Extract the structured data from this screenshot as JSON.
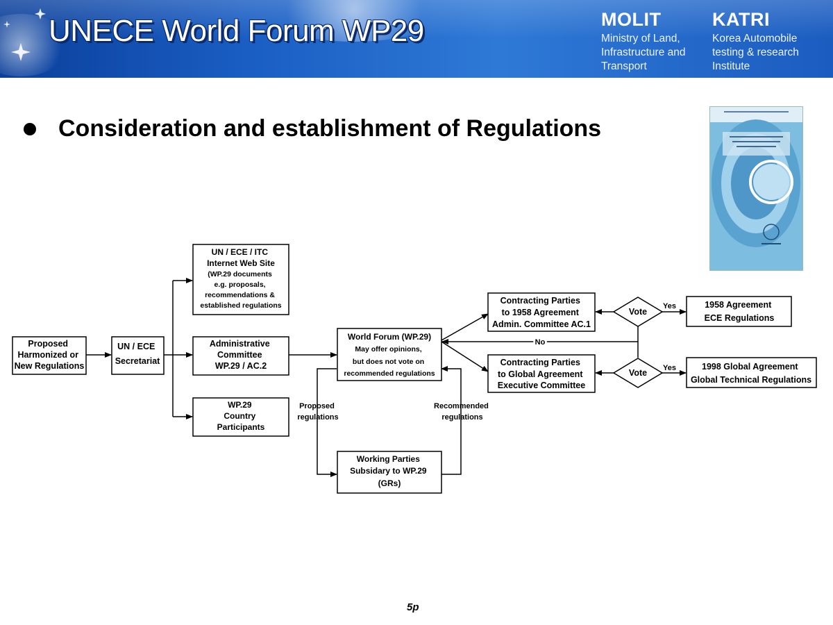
{
  "header": {
    "title": "UNECE World Forum WP29",
    "orgs": [
      {
        "abbr": "MOLIT",
        "full": "Ministry of Land,\nInfrastructure and\nTransport"
      },
      {
        "abbr": "KATRI",
        "full": "Korea Automobile\ntesting & research\nInstitute"
      }
    ]
  },
  "bullet": "Consideration and establishment of Regulations",
  "diagram": {
    "nodes": {
      "proposed": [
        "Proposed",
        "Harmonized or",
        "New Regulations"
      ],
      "secretariat": [
        "UN / ECE",
        "Secretariat"
      ],
      "website": [
        "UN / ECE / ITC",
        "Internet  Web  Site",
        "(WP.29 documents",
        "e.g. proposals,",
        "recommendations &",
        "established regulations"
      ],
      "admin": [
        "Administrative",
        "Committee",
        "WP.29 / AC.2"
      ],
      "country": [
        "WP.29",
        "Country",
        "Participants"
      ],
      "forum": [
        "World Forum (WP.29)",
        "May offer opinions,",
        "but does not vote on",
        "recommended regulations"
      ],
      "working": [
        "Working Parties",
        "Subsidary to WP.29",
        "(GRs)"
      ],
      "cp1958": [
        "Contracting Parties",
        "to 1958 Agreement",
        "Admin. Committee AC.1"
      ],
      "cpglobal": [
        "Contracting Parties",
        "to Global Agreement",
        "Executive Committee"
      ],
      "vote1": "Vote",
      "vote2": "Vote",
      "agr1958": [
        "1958 Agreement",
        "ECE  Regulations"
      ],
      "agr1998": [
        "1998 Global Agreement",
        "Global Technical Regulations"
      ]
    },
    "labels": {
      "yes1": "Yes",
      "yes2": "Yes",
      "no": "No",
      "proposed_regs": [
        "Proposed",
        "regulations"
      ],
      "recommended_regs": [
        "Recommended",
        "regulations"
      ]
    }
  },
  "page_number": "5p"
}
